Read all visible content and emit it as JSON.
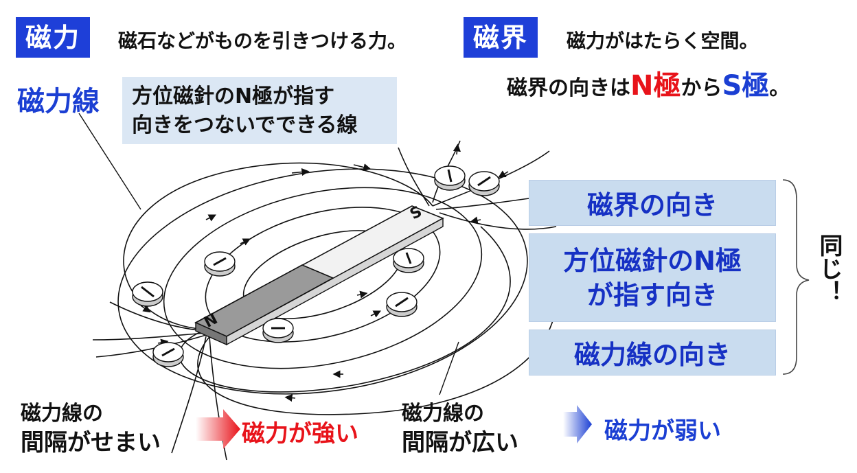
{
  "definitions": {
    "jiryoku": {
      "term": "磁力",
      "desc": "磁石などがものを引きつける力。"
    },
    "jikai": {
      "term": "磁界",
      "desc": "磁力がはたらく空間。"
    },
    "direction": {
      "prefix": "磁界の向きは",
      "n": "N極",
      "mid": "から",
      "s": "S極",
      "suffix": "。"
    }
  },
  "field_line": {
    "term": "磁力線",
    "desc_line1": "方位磁針のN極が指す",
    "desc_line2": "向きをつないでできる線"
  },
  "magnet": {
    "n_label": "N",
    "s_label": "S"
  },
  "same_boxes": {
    "box1": "磁界の向き",
    "box2_line1": "方位磁針のN極",
    "box2_line2": "が指す向き",
    "box3": "磁力線の向き",
    "brace_label": "同じ！"
  },
  "bottom": {
    "narrow_line1": "磁力線の",
    "narrow_line2": "間隔がせまい",
    "strong": "磁力が強い",
    "wide_line1": "磁力線の",
    "wide_line2": "間隔が広い",
    "weak": "磁力が弱い"
  },
  "colors": {
    "accent_blue": "#1e3fd8",
    "red": "#e8131a",
    "box_bg": "#c9dcef"
  }
}
